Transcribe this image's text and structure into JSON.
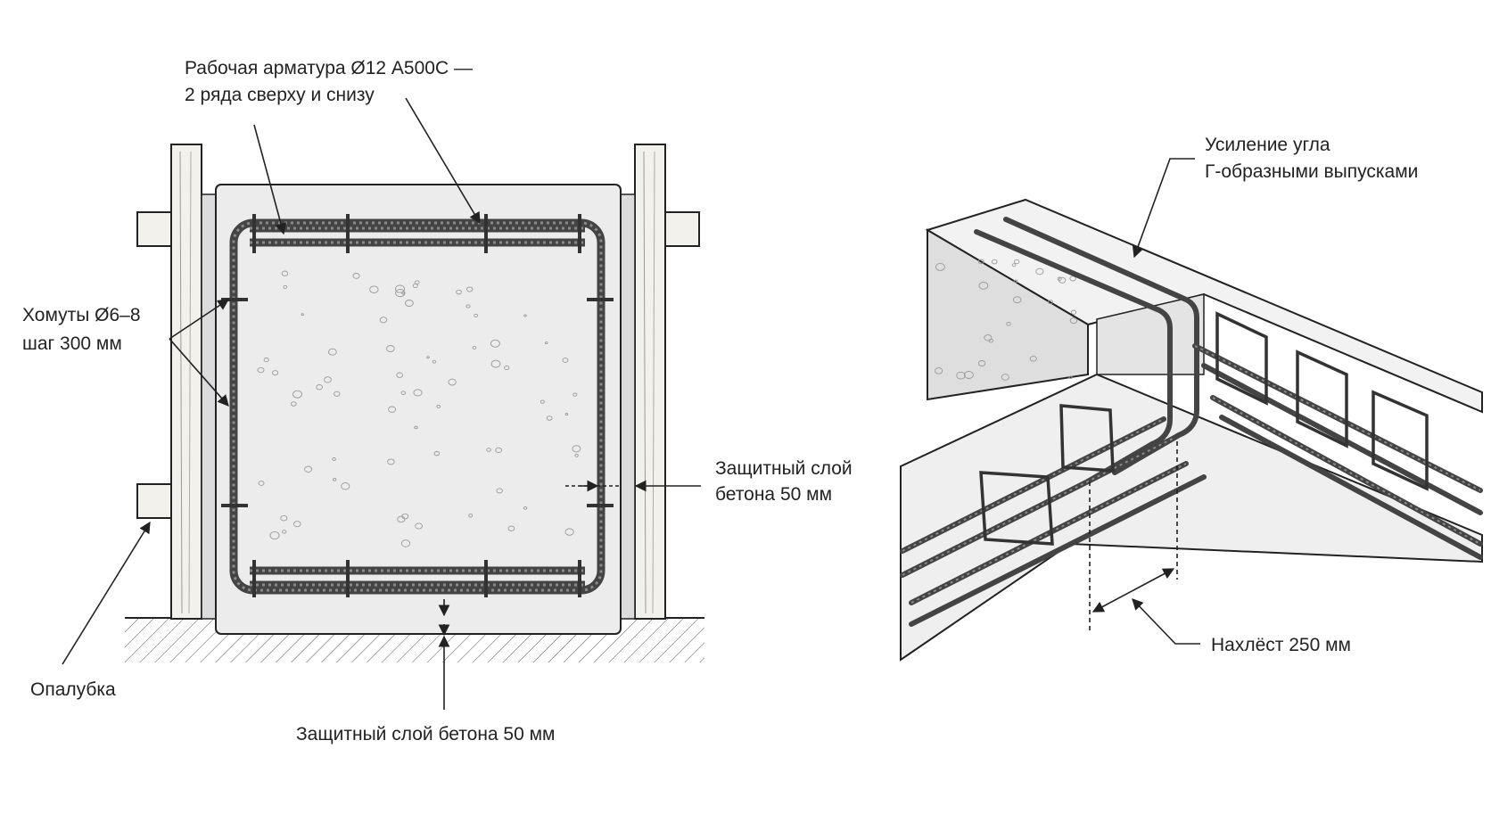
{
  "labels": {
    "working_rebar_line1": "Рабочая арматура Ø12 А500С —",
    "working_rebar_line2": "2 ряда сверху и снизу",
    "stirrups_line1": "Хомуты Ø6–8",
    "stirrups_line2": "шаг 300 мм",
    "cover_side_line1": "Защитный слой",
    "cover_side_line2": "бетона 50 мм",
    "cover_bottom": "Защитный слой бетона 50 мм",
    "formwork": "Опалубка",
    "corner_line1": "Усиление угла",
    "corner_line2": "Г-образными выпусками",
    "overlap": "Нахлёст 250 мм"
  },
  "colors": {
    "ink": "#222222",
    "concrete": "#ececec",
    "concrete_dark": "#d6d6d6",
    "wood": "#f3f1ec",
    "rebar": "#5a5a5a"
  }
}
